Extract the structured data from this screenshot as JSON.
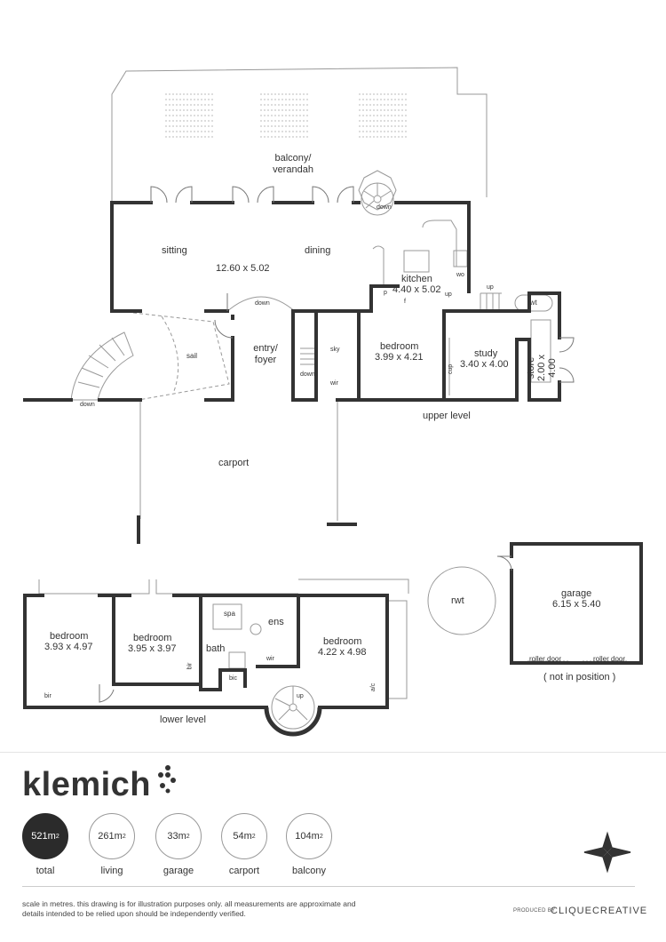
{
  "upper": {
    "balcony": [
      "balcony/",
      "verandah"
    ],
    "sitting": "sitting",
    "dining": "dining",
    "living_dims": "12.60 x 5.02",
    "kitchen": "kitchen",
    "kitchen_dims": "4.40 x 5.02",
    "entry": [
      "entry/",
      "foyer"
    ],
    "sail": "sail",
    "bedroom": "bedroom",
    "bedroom_dims": "3.99 x 4.21",
    "study": "study",
    "study_dims": "3.40 x 4.00",
    "store": "store",
    "store_dims": "2.00 x 4.00",
    "rwt": "rwt",
    "down": "down",
    "up": "up",
    "wir": "wir",
    "cup": "cup",
    "p": "p",
    "f": "f",
    "wo": "wo",
    "sky": "sky",
    "level": "upper level"
  },
  "carport": "carport",
  "lower": {
    "bedroom1": "bedroom",
    "bedroom1_dims": "3.93 x 4.97",
    "bedroom2": "bedroom",
    "bedroom2_dims": "3.95 x 3.97",
    "bedroom3": "bedroom",
    "bedroom3_dims": "4.22 x 4.98",
    "spa": "spa",
    "ens": "ens",
    "bath": "bath",
    "bic": "bic",
    "bir": "bir",
    "wir": "wir",
    "ac": "a/c",
    "up": "up",
    "level": "lower level"
  },
  "rwt": "rwt",
  "garage": {
    "name": "garage",
    "dims": "6.15 x 5.40",
    "door1": "roller door",
    "door2": "roller door",
    "note": "( not in position )"
  },
  "brand": "klemich",
  "areas": [
    {
      "value": "521m",
      "label": "total"
    },
    {
      "value": "261m",
      "label": "living"
    },
    {
      "value": "33m",
      "label": "garage"
    },
    {
      "value": "54m",
      "label": "carport"
    },
    {
      "value": "104m",
      "label": "balcony"
    }
  ],
  "area_unit_sup": "2",
  "disclaimer": "scale in metres. this drawing is for illustration purposes only. all measurements are approximate and details intended to be relied upon should be independently verified.",
  "produced_by": "PRODUCED BY",
  "producer": "CLIQUECREATIVE",
  "colors": {
    "wall": "#333333",
    "thin": "#888888",
    "dark_circle": "#2b2b2b"
  }
}
